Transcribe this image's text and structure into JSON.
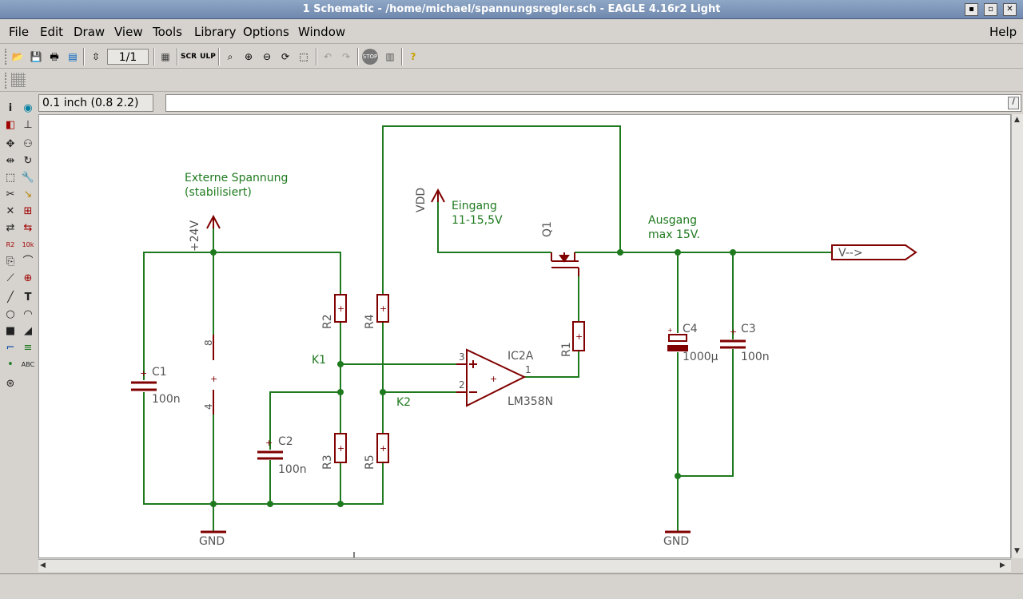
{
  "window": {
    "title": "1 Schematic - /home/michael/spannungsregler.sch - EAGLE 4.16r2 Light",
    "min_label": "▪",
    "max_label": "▫",
    "close_label": "✕"
  },
  "menu": {
    "file": "File",
    "edit": "Edit",
    "draw": "Draw",
    "view": "View",
    "tools": "Tools",
    "library": "Library",
    "options": "Options",
    "window": "Window",
    "help": "Help"
  },
  "toolbar": {
    "sheet": "1/1"
  },
  "status": {
    "grid_coord": "0.1 inch (0.8 2.2)",
    "command": ""
  },
  "colors": {
    "net": "#1f7a1f",
    "part": "#800000",
    "label": "#1f7a1f",
    "text": "#555555",
    "canvas": "#ffffff"
  },
  "schematic": {
    "labels": {
      "externe_1": "Externe Spannung",
      "externe_2": "(stabilisiert)",
      "plus24": "+24V",
      "vdd": "VDD",
      "eingang_1": "Eingang",
      "eingang_2": "11-15,5V",
      "ausgang_1": "Ausgang",
      "ausgang_2": "max 15V.",
      "k1": "K1",
      "k2": "K2",
      "vout": "V-->",
      "gnd1": "GND",
      "gnd2": "GND"
    },
    "parts": {
      "c1": "C1",
      "c1_val": "100n",
      "c2": "C2",
      "c2_val": "100n",
      "c3": "C3",
      "c3_val": "100n",
      "c4": "C4",
      "c4_val": "1000µ",
      "r1": "R1",
      "r2": "R2",
      "r3": "R3",
      "r4": "R4",
      "r5": "R5",
      "q1": "Q1",
      "ic": "IC2A",
      "ic_type": "LM358N",
      "pin3": "3",
      "pin2": "2",
      "pin1": "1",
      "pin8": "8",
      "pin4": "4"
    }
  }
}
